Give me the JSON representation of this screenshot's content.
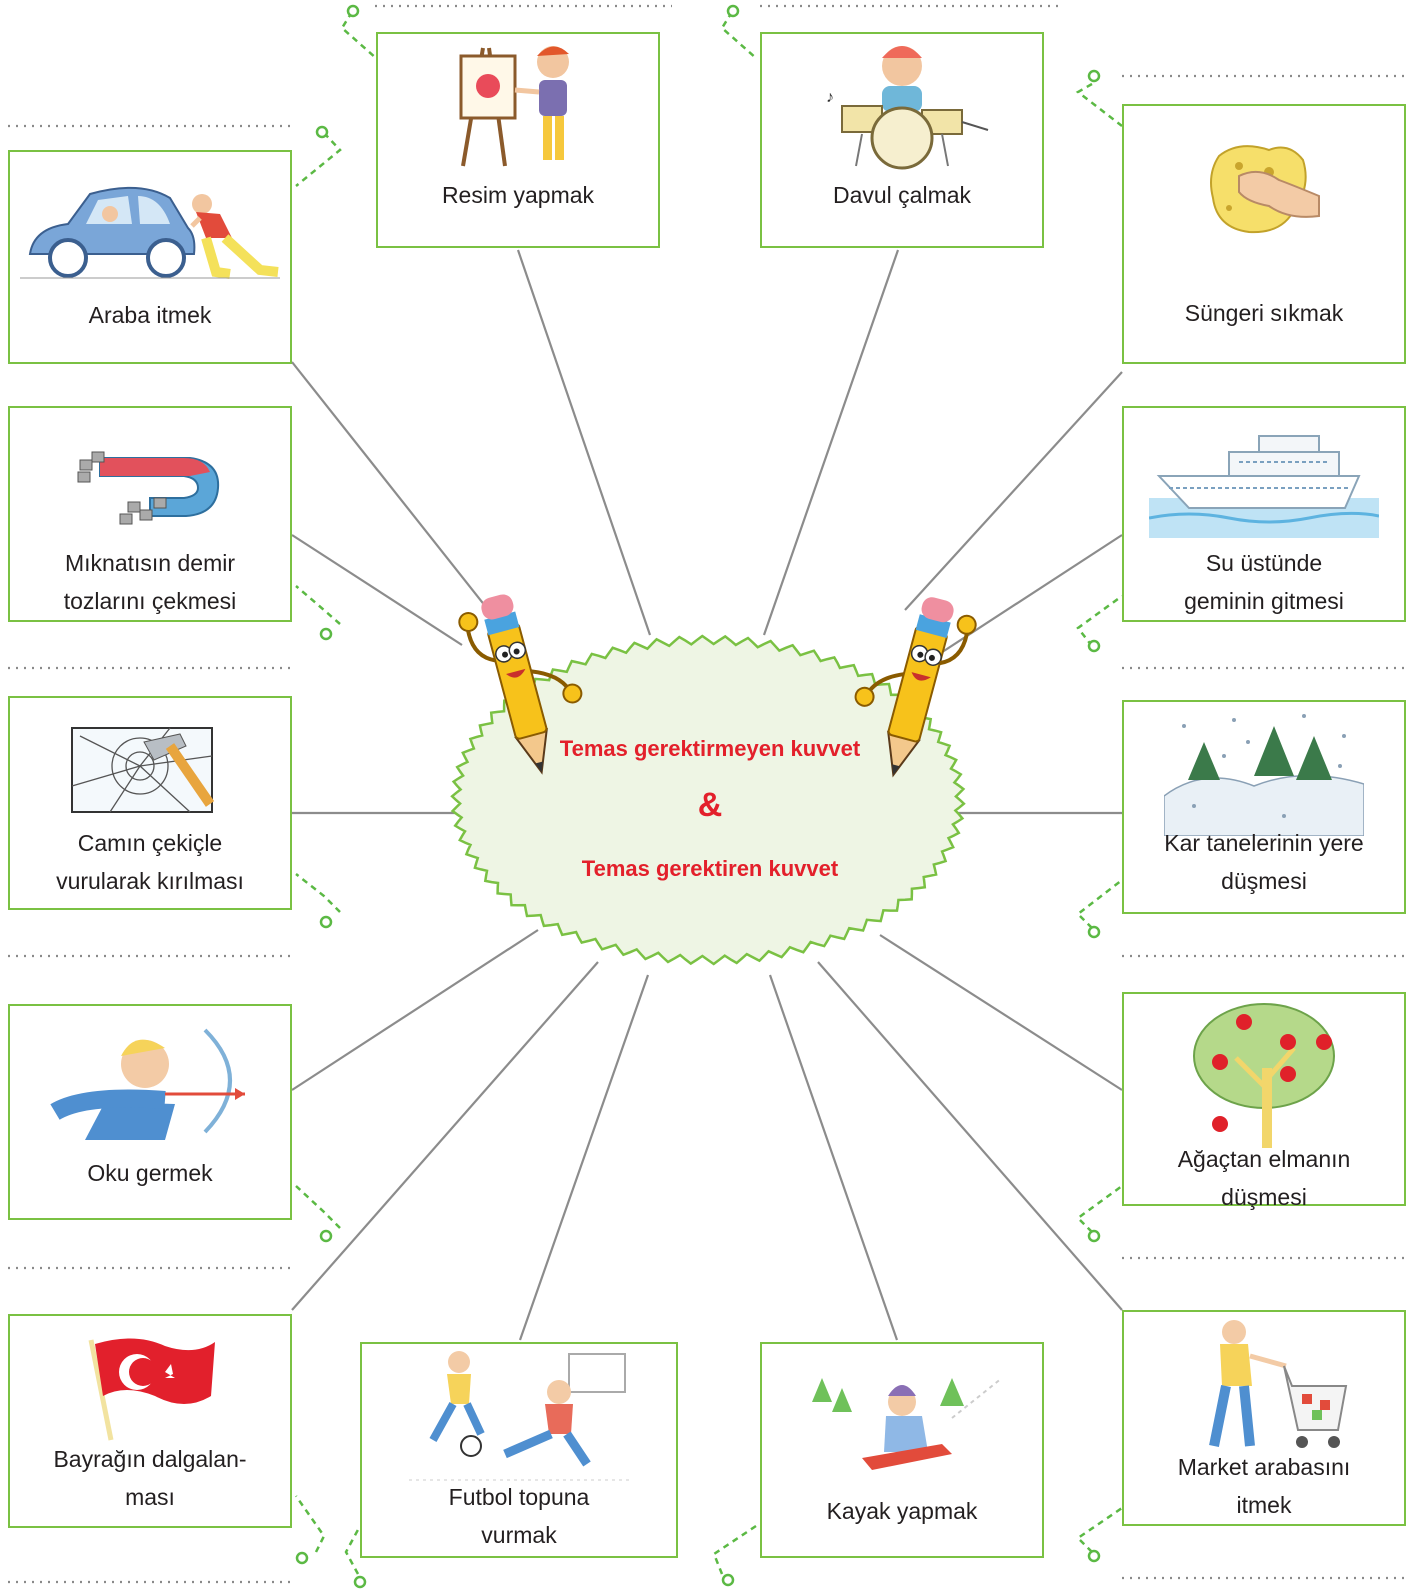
{
  "center": {
    "line1": "Temas gerektirmeyen kuvvet",
    "ampersand": "&",
    "line2": "Temas gerektiren kuvvet"
  },
  "cards": [
    {
      "id": "resim",
      "label": "Resim yapmak",
      "icon": "painting-child-icon"
    },
    {
      "id": "davul",
      "label": "Davul çalmak",
      "icon": "drummer-icon"
    },
    {
      "id": "araba",
      "label": "Araba itmek",
      "icon": "pushing-car-icon"
    },
    {
      "id": "sunger",
      "label": "Süngeri sıkmak",
      "icon": "sponge-hand-icon"
    },
    {
      "id": "miknatis",
      "label": "Mıknatısın demir tozlarını çekmesi",
      "icon": "magnet-icon"
    },
    {
      "id": "gemi",
      "label": "Su üstünde geminin gitmesi",
      "icon": "ship-icon"
    },
    {
      "id": "cam",
      "label": "Camın çekiçle vurularak kırılması",
      "icon": "hammer-glass-icon"
    },
    {
      "id": "kar",
      "label": "Kar tanelerinin yere düşmesi",
      "icon": "snowy-trees-icon"
    },
    {
      "id": "ok",
      "label": "Oku germek",
      "icon": "archer-icon"
    },
    {
      "id": "elma",
      "label": "Ağaçtan elmanın düşmesi",
      "icon": "apple-tree-icon"
    },
    {
      "id": "bayrak",
      "label": "Bayrağın dalgalanması",
      "icon": "turkish-flag-icon"
    },
    {
      "id": "futbol",
      "label": "Futbol topuna vurmak",
      "icon": "football-players-icon"
    },
    {
      "id": "kayak",
      "label": "Kayak yapmak",
      "icon": "sledding-child-icon"
    },
    {
      "id": "market",
      "label": "Market arabasını itmek",
      "icon": "shopping-cart-icon"
    }
  ],
  "colors": {
    "card_border": "#7ac143",
    "connector_line": "#8c8c8c",
    "center_fill": "#eef5e4",
    "center_text": "#e3202b",
    "dashed_hook": "#5bb944"
  }
}
